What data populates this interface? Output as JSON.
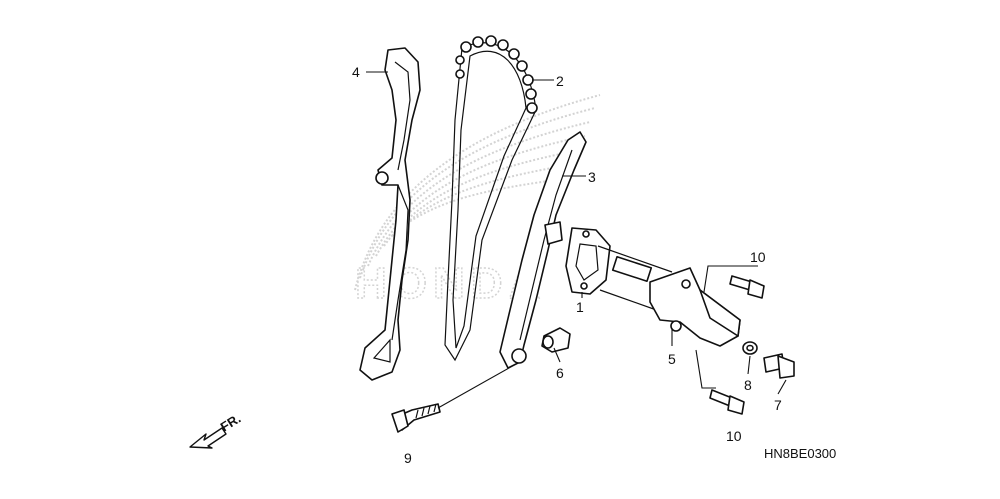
{
  "diagram": {
    "code": "HN8BE0300",
    "direction_label": "FR.",
    "watermark_text": "HONDA",
    "callouts": [
      "1",
      "2",
      "3",
      "4",
      "5",
      "6",
      "7",
      "8",
      "9",
      "10",
      "10"
    ]
  }
}
